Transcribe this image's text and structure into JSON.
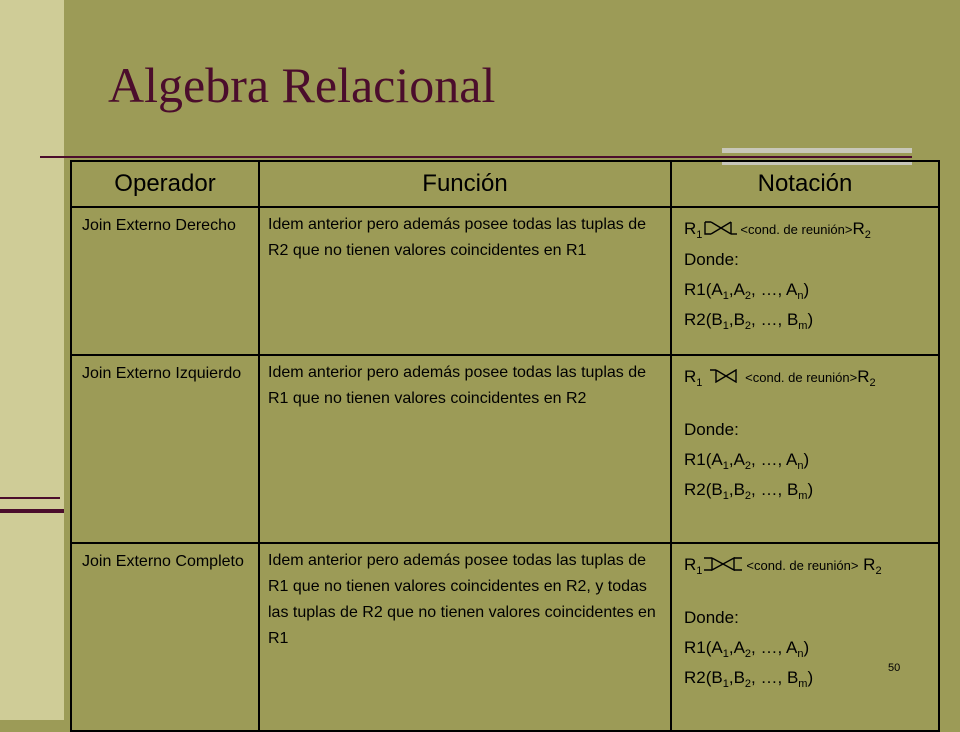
{
  "slide": {
    "title": "Algebra Relacional",
    "page_number": "50"
  },
  "table": {
    "headers": [
      "Operador",
      "Función",
      "Notación"
    ],
    "rows": [
      {
        "operator": "Join Externo Derecho",
        "function": "Idem anterior pero además posee todas las tuplas de R2 que no tienen valores coincidentes en R1",
        "notation": {
          "join_symbol": "right-outer-join-icon",
          "condition": "<cond. de reunión>",
          "donde": "Donde:"
        }
      },
      {
        "operator": "Join Externo Izquierdo",
        "function": "Idem anterior pero además posee todas las tuplas de R1 que no tienen valores coincidentes en R2",
        "notation": {
          "join_symbol": "left-outer-join-icon",
          "condition": "<cond. de reunión>",
          "donde": "Donde:"
        }
      },
      {
        "operator": "Join Externo Completo",
        "function": "Idem anterior pero además posee todas las tuplas de R1 que no tienen valores coincidentes en R2, y todas las tuplas de R2 que no tienen valores coincidentes en R1",
        "notation": {
          "join_symbol": "full-outer-join-icon",
          "condition": "<cond. de reunión>",
          "donde": "Donde:"
        }
      }
    ]
  },
  "colors": {
    "background": "#9c9b57",
    "left_strip": "#cfcc97",
    "title": "#4b0d2c"
  }
}
